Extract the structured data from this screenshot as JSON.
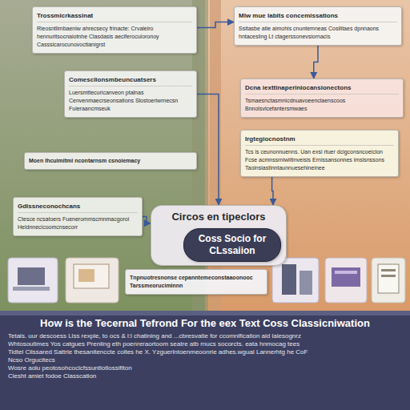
{
  "diagram": {
    "title": "How is the Tecernal Tefrond For the eex Text Coss Classicniwation",
    "nodes": [
      {
        "text": [
          "Trossmicrkassinat",
          "Rieosntlimbaeniw ahrecsecy frinacte: Crvaleiro hennuritsocnaiotnhe Clasdasis aeciferocuioronoy Casssicarocunovoctianigrst"
        ]
      },
      {
        "text": [
          "Mlw mue labits concemissations",
          "Ssitasbe atie aimohis cnuntemneas Cosilitaes dpnnaons hntacesiing Lt ctagerssonevsiornacis"
        ]
      },
      {
        "text": [
          "Comesclionsmbeuncuatsers",
          "Luersmttecuricanveon ptalnas Cenvenmaecrseonsations Slostoeriwrnecsn Fuieraancmseuk"
        ]
      },
      {
        "text": [
          "Dcna iexttinaperiniocansionectons",
          "Tsmaesnctasmnicdnuavoeenclaenscoos Bnnolsvlcefantersmwaes"
        ]
      },
      {
        "text": [
          "Moen Ihcuimitmi ncontarnsm csnoiemacy"
        ]
      },
      {
        "text": [
          "Irgtegiocnostnm",
          "Tcs is ceunonnuenns. Uan exsi rtuer dcigconsncoeicion Fcse acmnssrniwiitinveisis Ernissansonnes imsisnssons Taoinsiastinntaunnuesehineinee"
        ]
      },
      {
        "text": [
          "Gdlssneconochcans",
          "Ctesce ncsatoers Fuenerommscmnmacgoroi Heldnnecicoomcnsecorr"
        ]
      },
      {
        "text": [
          "Circos en tipeclors"
        ]
      },
      {
        "text": [
          "Coss Socio for CLssaiion"
        ],
        "in": 7
      },
      {
        "text": [
          "Tnpnuotresnonse cepanntemeconstaaoonooc Tarssmeoruciminnn"
        ]
      }
    ],
    "edges": [
      {
        "from": 0,
        "to": 1,
        "arrow": "to"
      },
      {
        "from": 1,
        "to": 3,
        "arrow": "to"
      },
      {
        "from": 2,
        "to": 7,
        "arrow": "to"
      },
      {
        "from": 6,
        "to": 7,
        "arrow": "to"
      },
      {
        "from": 5,
        "to": 7,
        "arrow": "to"
      }
    ],
    "labels": [
      "Tetals. uur descoess Llss rexple, to ocs & l:l chatining and ...cbresvatie for ccomnlfication aid lalesognrz",
      "Whtosoutimes Yos catgues Prenling eth poenreraortoom seatre atb rnucs socorcts. eata hnmocag tees",
      "Tidtel Clissared Sattrle thesanitenccte coltes he X. Yzguerlntoenmeoonrie adhes.wgual Lannerhtg he CoF",
      "Ncso Orgucitecs",
      "Wosre aolu peotosohcoclcfssuntlotlossifiton",
      "Clesht amiet fodoe Classcation"
    ]
  }
}
